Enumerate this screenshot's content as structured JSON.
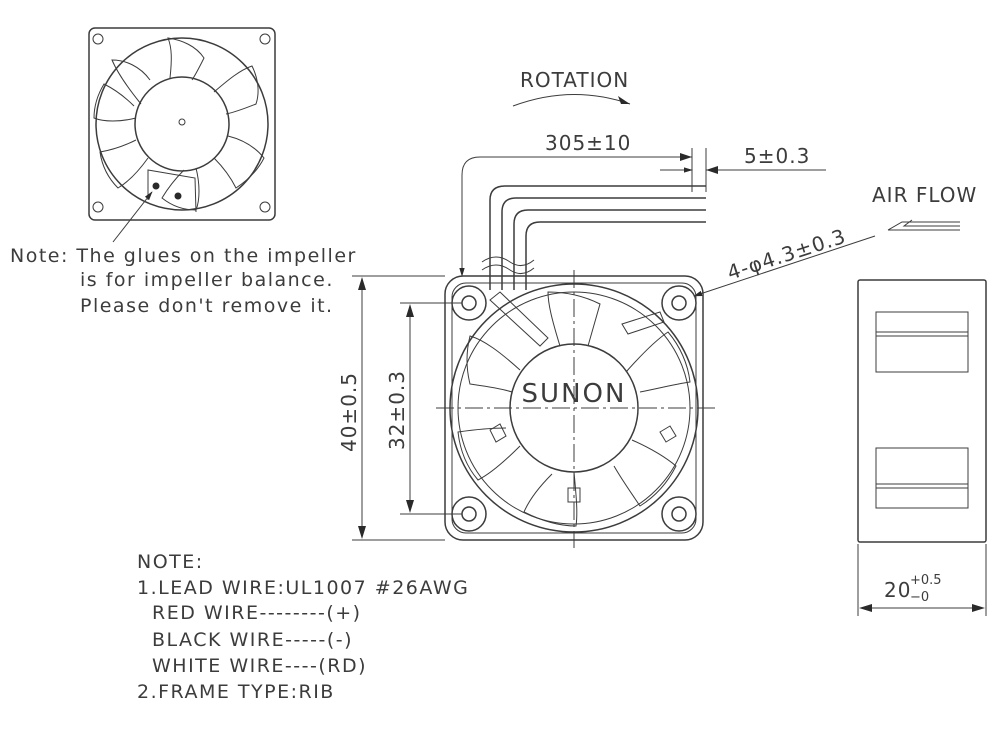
{
  "rotation_label": "ROTATION",
  "airflow_label": "AIR FLOW",
  "brand": "SUNON",
  "dimensions": {
    "lead_length": "305±10",
    "strip_length": "5±0.3",
    "holes": "4-φ4.3±0.3",
    "frame_size": "40±0.5",
    "hole_pitch": "32±0.3",
    "depth_base": "20",
    "depth_tol_plus": "+0.5",
    "depth_tol_minus": "−0"
  },
  "glue_note": [
    "Note: The glues on the impeller",
    "is for impeller balance.",
    "Please don't remove it."
  ],
  "notes": {
    "heading": "NOTE:",
    "lines": [
      "1.LEAD WIRE:UL1007 #26AWG",
      "RED WIRE--------(+)",
      "BLACK WIRE-----(-)",
      "WHITE WIRE----(RD)",
      "2.FRAME TYPE:RIB"
    ]
  }
}
